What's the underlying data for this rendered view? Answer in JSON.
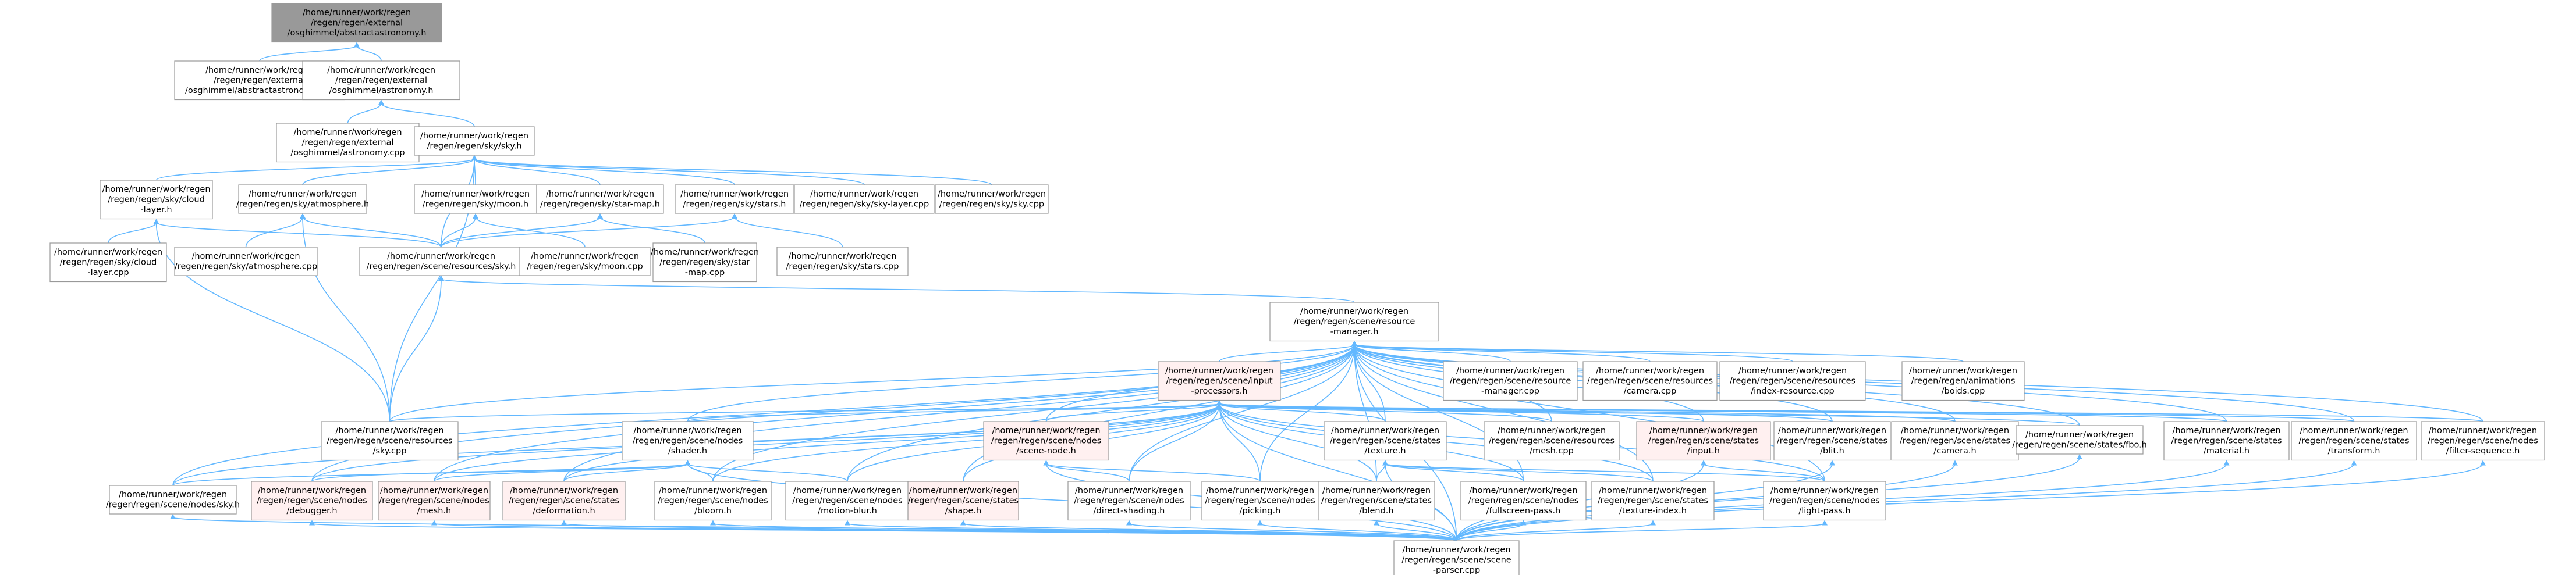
{
  "diagram": {
    "type": "include-dependency-graph",
    "colors": {
      "root_fill": "#999999",
      "node_fill": "#ffffff",
      "node_border": "#999999",
      "incomplete_border": "#ff0000",
      "incomplete_fill": "#fff0f0",
      "edge": "#63b8ff",
      "text": "#000000"
    },
    "nodes": [
      {
        "id": "n0",
        "lines": [
          "/home/runner/work/regen",
          "/regen/regen/external",
          "/osghimmel/abstractastronomy.h"
        ],
        "root": true
      },
      {
        "id": "n1",
        "lines": [
          "/home/runner/work/regen",
          "/regen/regen/external",
          "/osghimmel/abstractastronomy.cpp"
        ]
      },
      {
        "id": "n2",
        "lines": [
          "/home/runner/work/regen",
          "/regen/regen/external",
          "/osghimmel/astronomy.h"
        ]
      },
      {
        "id": "n3",
        "lines": [
          "/home/runner/work/regen",
          "/regen/regen/external",
          "/osghimmel/astronomy.cpp"
        ]
      },
      {
        "id": "n4",
        "lines": [
          "/home/runner/work/regen",
          "/regen/regen/sky/sky.h"
        ]
      },
      {
        "id": "n5",
        "lines": [
          "/home/runner/work/regen",
          "/regen/regen/sky/cloud",
          "-layer.h"
        ]
      },
      {
        "id": "n6",
        "lines": [
          "/home/runner/work/regen",
          "/regen/regen/sky/atmosphere.h"
        ]
      },
      {
        "id": "n7",
        "lines": [
          "/home/runner/work/regen",
          "/regen/regen/sky/moon.h"
        ]
      },
      {
        "id": "n8",
        "lines": [
          "/home/runner/work/regen",
          "/regen/regen/sky/star-map.h"
        ]
      },
      {
        "id": "n9",
        "lines": [
          "/home/runner/work/regen",
          "/regen/regen/sky/stars.h"
        ]
      },
      {
        "id": "n10",
        "lines": [
          "/home/runner/work/regen",
          "/regen/regen/sky/sky-layer.cpp"
        ]
      },
      {
        "id": "n11",
        "lines": [
          "/home/runner/work/regen",
          "/regen/regen/sky/sky.cpp"
        ]
      },
      {
        "id": "n12",
        "lines": [
          "/home/runner/work/regen",
          "/regen/regen/sky/cloud",
          "-layer.cpp"
        ]
      },
      {
        "id": "n13",
        "lines": [
          "/home/runner/work/regen",
          "/regen/regen/sky/atmosphere.cpp"
        ]
      },
      {
        "id": "n14",
        "lines": [
          "/home/runner/work/regen",
          "/regen/regen/scene/resources/sky.h"
        ]
      },
      {
        "id": "n15",
        "lines": [
          "/home/runner/work/regen",
          "/regen/regen/sky/moon.cpp"
        ]
      },
      {
        "id": "n16",
        "lines": [
          "/home/runner/work/regen",
          "/regen/regen/sky/star",
          "-map.cpp"
        ]
      },
      {
        "id": "n17",
        "lines": [
          "/home/runner/work/regen",
          "/regen/regen/sky/stars.cpp"
        ]
      },
      {
        "id": "n18",
        "lines": [
          "/home/runner/work/regen",
          "/regen/regen/scene/resource",
          "-manager.h"
        ]
      },
      {
        "id": "n19",
        "lines": [
          "/home/runner/work/regen",
          "/regen/regen/scene/input",
          "-processors.h"
        ],
        "incomplete": true
      },
      {
        "id": "n20",
        "lines": [
          "/home/runner/work/regen",
          "/regen/regen/scene/resource",
          "-manager.cpp"
        ]
      },
      {
        "id": "n21",
        "lines": [
          "/home/runner/work/regen",
          "/regen/regen/scene/resources",
          "/camera.cpp"
        ]
      },
      {
        "id": "n22",
        "lines": [
          "/home/runner/work/regen",
          "/regen/regen/scene/resources",
          "/index-resource.cpp"
        ]
      },
      {
        "id": "n23",
        "lines": [
          "/home/runner/work/regen",
          "/regen/regen/animations",
          "/boids.cpp"
        ]
      },
      {
        "id": "n24",
        "lines": [
          "/home/runner/work/regen",
          "/regen/regen/scene/resources",
          "/sky.cpp"
        ]
      },
      {
        "id": "n25",
        "lines": [
          "/home/runner/work/regen",
          "/regen/regen/scene/nodes",
          "/shader.h"
        ]
      },
      {
        "id": "n26",
        "lines": [
          "/home/runner/work/regen",
          "/regen/regen/scene/nodes",
          "/scene-node.h"
        ],
        "incomplete": true
      },
      {
        "id": "n27",
        "lines": [
          "/home/runner/work/regen",
          "/regen/regen/scene/states",
          "/texture.h"
        ]
      },
      {
        "id": "n28",
        "lines": [
          "/home/runner/work/regen",
          "/regen/regen/scene/resources",
          "/mesh.cpp"
        ]
      },
      {
        "id": "n29",
        "lines": [
          "/home/runner/work/regen",
          "/regen/regen/scene/states",
          "/input.h"
        ],
        "incomplete": true
      },
      {
        "id": "n30",
        "lines": [
          "/home/runner/work/regen",
          "/regen/regen/scene/states",
          "/blit.h"
        ]
      },
      {
        "id": "n31",
        "lines": [
          "/home/runner/work/regen",
          "/regen/regen/scene/states",
          "/camera.h"
        ]
      },
      {
        "id": "n32",
        "lines": [
          "/home/runner/work/regen",
          "/regen/regen/scene/states/fbo.h"
        ]
      },
      {
        "id": "n33",
        "lines": [
          "/home/runner/work/regen",
          "/regen/regen/scene/states",
          "/material.h"
        ]
      },
      {
        "id": "n34",
        "lines": [
          "/home/runner/work/regen",
          "/regen/regen/scene/states",
          "/transform.h"
        ]
      },
      {
        "id": "n35",
        "lines": [
          "/home/runner/work/regen",
          "/regen/regen/scene/nodes",
          "/filter-sequence.h"
        ]
      },
      {
        "id": "n36",
        "lines": [
          "/home/runner/work/regen",
          "/regen/regen/scene/nodes/sky.h"
        ]
      },
      {
        "id": "n37",
        "lines": [
          "/home/runner/work/regen",
          "/regen/regen/scene/nodes",
          "/debugger.h"
        ],
        "incomplete": true
      },
      {
        "id": "n38",
        "lines": [
          "/home/runner/work/regen",
          "/regen/regen/scene/nodes",
          "/mesh.h"
        ],
        "incomplete": true
      },
      {
        "id": "n39",
        "lines": [
          "/home/runner/work/regen",
          "/regen/regen/scene/states",
          "/deformation.h"
        ],
        "incomplete": true
      },
      {
        "id": "n40",
        "lines": [
          "/home/runner/work/regen",
          "/regen/regen/scene/nodes",
          "/bloom.h"
        ]
      },
      {
        "id": "n41",
        "lines": [
          "/home/runner/work/regen",
          "/regen/regen/scene/nodes",
          "/motion-blur.h"
        ]
      },
      {
        "id": "n42",
        "lines": [
          "/home/runner/work/regen",
          "/regen/regen/scene/states",
          "/shape.h"
        ],
        "incomplete": true
      },
      {
        "id": "n43",
        "lines": [
          "/home/runner/work/regen",
          "/regen/regen/scene/nodes",
          "/direct-shading.h"
        ]
      },
      {
        "id": "n44",
        "lines": [
          "/home/runner/work/regen",
          "/regen/regen/scene/nodes",
          "/picking.h"
        ]
      },
      {
        "id": "n45",
        "lines": [
          "/home/runner/work/regen",
          "/regen/regen/scene/states",
          "/blend.h"
        ]
      },
      {
        "id": "n46",
        "lines": [
          "/home/runner/work/regen",
          "/regen/regen/scene/nodes",
          "/fullscreen-pass.h"
        ]
      },
      {
        "id": "n47",
        "lines": [
          "/home/runner/work/regen",
          "/regen/regen/scene/states",
          "/texture-index.h"
        ]
      },
      {
        "id": "n48",
        "lines": [
          "/home/runner/work/regen",
          "/regen/regen/scene/nodes",
          "/light-pass.h"
        ]
      },
      {
        "id": "n49",
        "lines": [
          "/home/runner/work/regen",
          "/regen/regen/scene/scene",
          "-parser.cpp"
        ]
      }
    ],
    "edges": [
      [
        "n0",
        "n1"
      ],
      [
        "n0",
        "n2"
      ],
      [
        "n2",
        "n3"
      ],
      [
        "n2",
        "n4"
      ],
      [
        "n4",
        "n5"
      ],
      [
        "n4",
        "n6"
      ],
      [
        "n4",
        "n7"
      ],
      [
        "n4",
        "n8"
      ],
      [
        "n4",
        "n9"
      ],
      [
        "n4",
        "n10"
      ],
      [
        "n4",
        "n11"
      ],
      [
        "n4",
        "n14"
      ],
      [
        "n4",
        "n24"
      ],
      [
        "n5",
        "n12"
      ],
      [
        "n5",
        "n14"
      ],
      [
        "n5",
        "n24"
      ],
      [
        "n6",
        "n13"
      ],
      [
        "n6",
        "n14"
      ],
      [
        "n6",
        "n24"
      ],
      [
        "n7",
        "n15"
      ],
      [
        "n7",
        "n14"
      ],
      [
        "n8",
        "n16"
      ],
      [
        "n8",
        "n14"
      ],
      [
        "n9",
        "n17"
      ],
      [
        "n9",
        "n14"
      ],
      [
        "n14",
        "n24"
      ],
      [
        "n14",
        "n18"
      ],
      [
        "n18",
        "n19"
      ],
      [
        "n18",
        "n20"
      ],
      [
        "n18",
        "n21"
      ],
      [
        "n18",
        "n22"
      ],
      [
        "n18",
        "n23"
      ],
      [
        "n18",
        "n24"
      ],
      [
        "n18",
        "n25"
      ],
      [
        "n18",
        "n26"
      ],
      [
        "n18",
        "n27"
      ],
      [
        "n18",
        "n28"
      ],
      [
        "n18",
        "n29"
      ],
      [
        "n18",
        "n30"
      ],
      [
        "n18",
        "n31"
      ],
      [
        "n18",
        "n32"
      ],
      [
        "n18",
        "n33"
      ],
      [
        "n18",
        "n34"
      ],
      [
        "n18",
        "n35"
      ],
      [
        "n18",
        "n36"
      ],
      [
        "n18",
        "n37"
      ],
      [
        "n18",
        "n38"
      ],
      [
        "n18",
        "n39"
      ],
      [
        "n18",
        "n40"
      ],
      [
        "n18",
        "n41"
      ],
      [
        "n18",
        "n42"
      ],
      [
        "n18",
        "n43"
      ],
      [
        "n18",
        "n44"
      ],
      [
        "n18",
        "n45"
      ],
      [
        "n18",
        "n46"
      ],
      [
        "n18",
        "n47"
      ],
      [
        "n18",
        "n48"
      ],
      [
        "n18",
        "n49"
      ],
      [
        "n19",
        "n24"
      ],
      [
        "n19",
        "n25"
      ],
      [
        "n19",
        "n26"
      ],
      [
        "n19",
        "n27"
      ],
      [
        "n19",
        "n28"
      ],
      [
        "n19",
        "n29"
      ],
      [
        "n19",
        "n30"
      ],
      [
        "n19",
        "n31"
      ],
      [
        "n19",
        "n32"
      ],
      [
        "n19",
        "n33"
      ],
      [
        "n19",
        "n34"
      ],
      [
        "n19",
        "n35"
      ],
      [
        "n19",
        "n36"
      ],
      [
        "n19",
        "n37"
      ],
      [
        "n19",
        "n38"
      ],
      [
        "n19",
        "n39"
      ],
      [
        "n19",
        "n40"
      ],
      [
        "n19",
        "n41"
      ],
      [
        "n19",
        "n42"
      ],
      [
        "n19",
        "n43"
      ],
      [
        "n19",
        "n44"
      ],
      [
        "n19",
        "n45"
      ],
      [
        "n19",
        "n46"
      ],
      [
        "n19",
        "n47"
      ],
      [
        "n19",
        "n48"
      ],
      [
        "n19",
        "n49"
      ],
      [
        "n25",
        "n36"
      ],
      [
        "n25",
        "n37"
      ],
      [
        "n25",
        "n38"
      ],
      [
        "n25",
        "n39"
      ],
      [
        "n25",
        "n40"
      ],
      [
        "n25",
        "n41"
      ],
      [
        "n25",
        "n49"
      ],
      [
        "n26",
        "n43"
      ],
      [
        "n26",
        "n44"
      ],
      [
        "n26",
        "n49"
      ],
      [
        "n27",
        "n45"
      ],
      [
        "n27",
        "n46"
      ],
      [
        "n27",
        "n47"
      ],
      [
        "n27",
        "n48"
      ],
      [
        "n27",
        "n49"
      ],
      [
        "n29",
        "n48"
      ],
      [
        "n29",
        "n49"
      ],
      [
        "n30",
        "n49"
      ],
      [
        "n31",
        "n49"
      ],
      [
        "n32",
        "n49"
      ],
      [
        "n33",
        "n49"
      ],
      [
        "n34",
        "n49"
      ],
      [
        "n35",
        "n49"
      ],
      [
        "n36",
        "n49"
      ],
      [
        "n37",
        "n49"
      ],
      [
        "n38",
        "n49"
      ],
      [
        "n39",
        "n49"
      ],
      [
        "n40",
        "n49"
      ],
      [
        "n41",
        "n49"
      ],
      [
        "n42",
        "n49"
      ],
      [
        "n43",
        "n49"
      ],
      [
        "n44",
        "n49"
      ],
      [
        "n45",
        "n49"
      ],
      [
        "n46",
        "n49"
      ],
      [
        "n47",
        "n49"
      ],
      [
        "n48",
        "n49"
      ]
    ]
  }
}
